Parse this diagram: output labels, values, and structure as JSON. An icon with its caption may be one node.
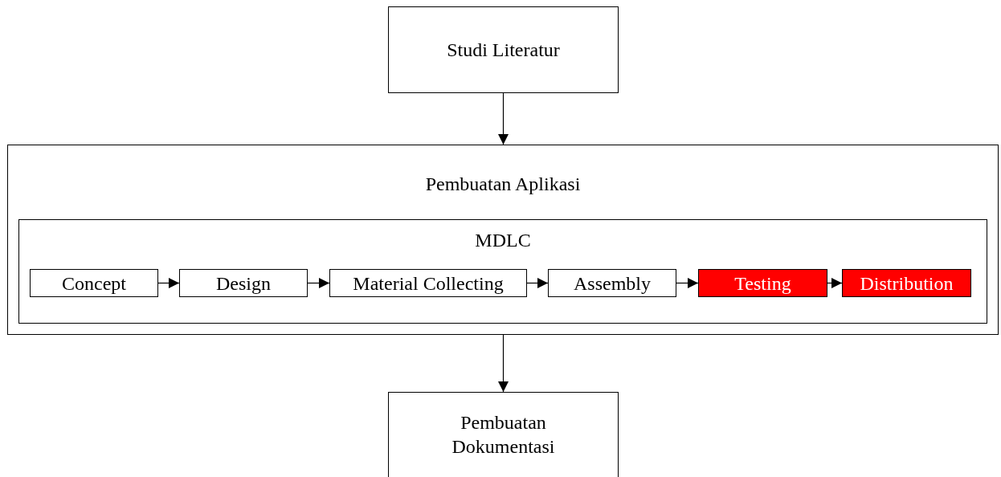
{
  "diagram": {
    "nodes": [
      {
        "text": [
          "Studi Literatur"
        ]
      },
      {
        "text": [
          "Pembuatan Aplikasi"
        ]
      },
      {
        "text": [
          "MDLC"
        ],
        "in": 1
      },
      {
        "text": [
          "Concept"
        ],
        "in": 2
      },
      {
        "text": [
          "Design"
        ],
        "in": 2
      },
      {
        "text": [
          "Material Collecting"
        ],
        "in": 2
      },
      {
        "text": [
          "Assembly"
        ],
        "in": 2
      },
      {
        "text": [
          "Testing"
        ],
        "in": 2
      },
      {
        "text": [
          "Distribution"
        ],
        "in": 2
      },
      {
        "text": [
          "Pembuatan Dokumentasi"
        ]
      }
    ],
    "edges": [
      {
        "from": 0,
        "to": 1,
        "arrow": "to"
      },
      {
        "from": 3,
        "to": 4,
        "arrow": "to"
      },
      {
        "from": 4,
        "to": 5,
        "arrow": "to"
      },
      {
        "from": 5,
        "to": 6,
        "arrow": "to"
      },
      {
        "from": 6,
        "to": 7,
        "arrow": "to"
      },
      {
        "from": 7,
        "to": 8,
        "arrow": "to"
      },
      {
        "from": 1,
        "to": 9,
        "arrow": "to"
      }
    ]
  }
}
